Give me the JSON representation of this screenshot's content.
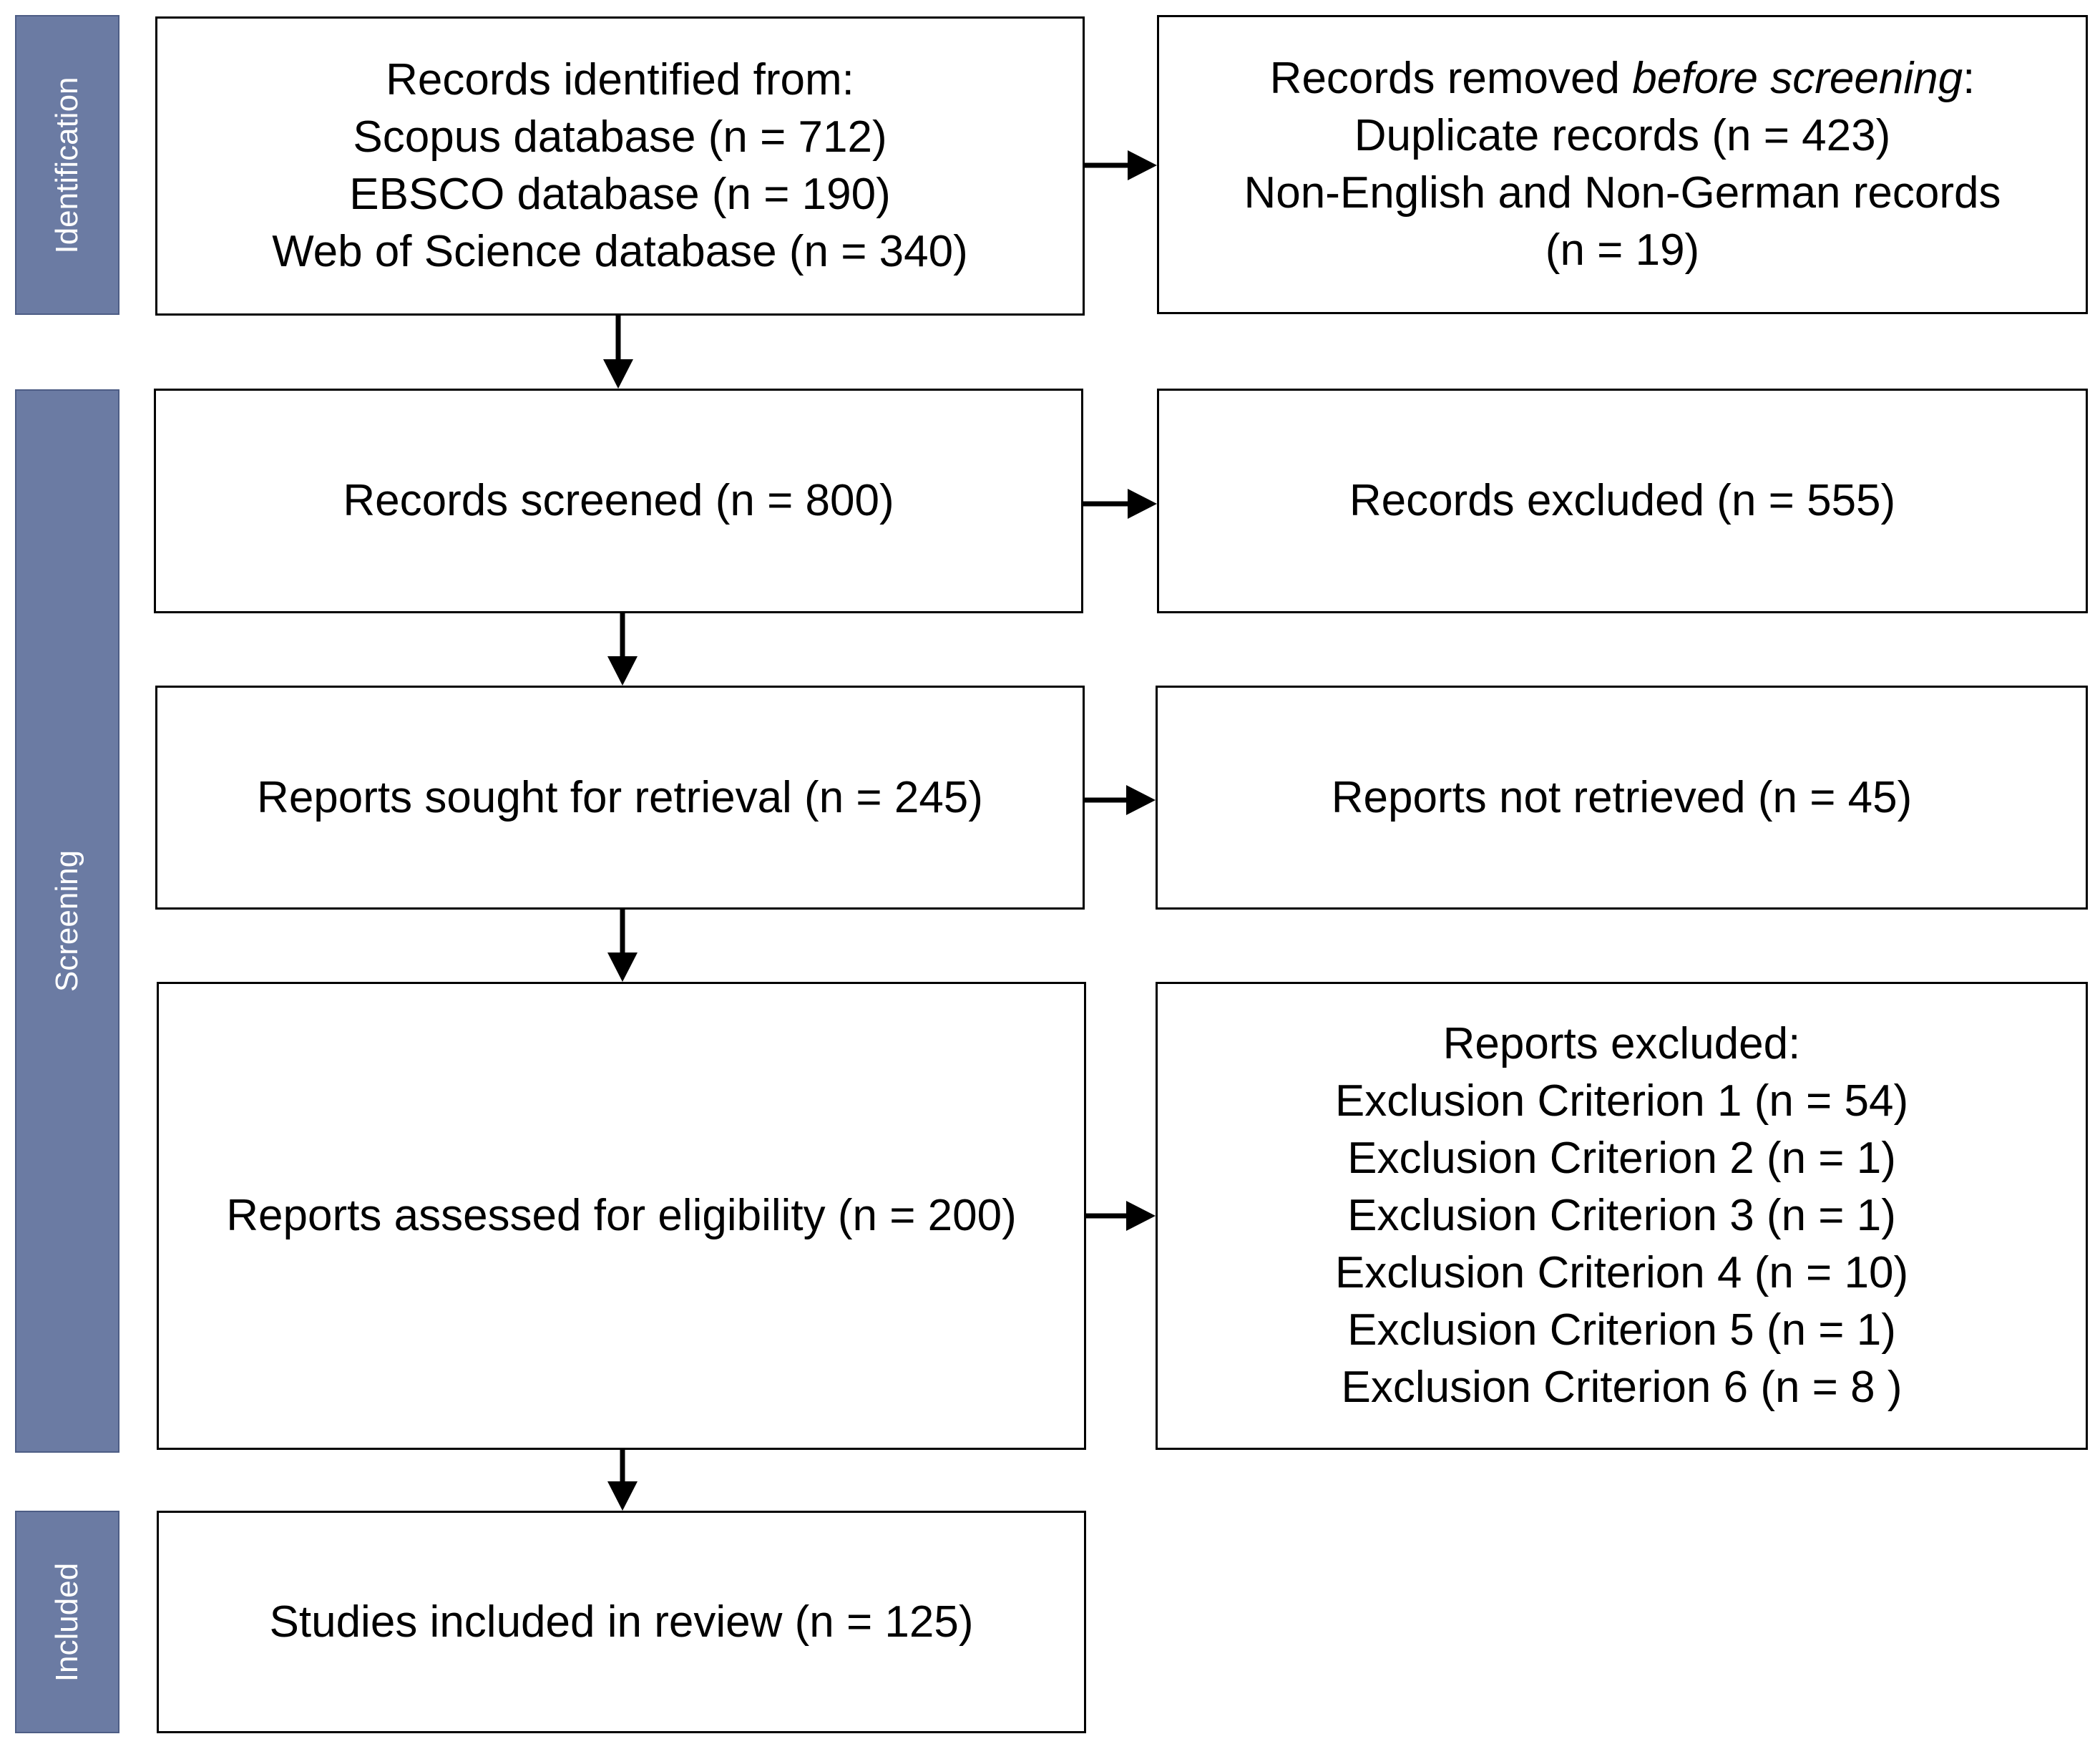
{
  "phases": {
    "identification": "Identification",
    "screening": "Screening",
    "included": "Included"
  },
  "identified": {
    "heading": "Records identified from:",
    "scopus": "Scopus database (n = 712)",
    "ebsco": "EBSCO database (n = 190)",
    "wos": "Web of Science database (n = 340)"
  },
  "removed": {
    "heading_prefix": "Records removed ",
    "heading_emphasis": "before screening",
    "heading_suffix": ":",
    "duplicates": "Duplicate records (n = 423)",
    "language_line1": "Non-English and Non-German records",
    "language_line2": "(n = 19)"
  },
  "screened": "Records screened (n = 800)",
  "excluded": "Records excluded (n = 555)",
  "sought": "Reports sought for retrieval (n = 245)",
  "not_retrieved": "Reports not retrieved (n = 45)",
  "assessed": "Reports assessed for eligibility (n  = 200)",
  "reports_excluded": {
    "heading": "Reports excluded:",
    "criteria": [
      "Exclusion Criterion 1 (n = 54)",
      "Exclusion Criterion 2 (n = 1)",
      "Exclusion Criterion 3 (n = 1)",
      "Exclusion Criterion 4 (n = 10)",
      "Exclusion Criterion 5 (n = 1)",
      "Exclusion Criterion 6 (n = 8 )"
    ]
  },
  "included": "Studies included in review (n =  125)"
}
